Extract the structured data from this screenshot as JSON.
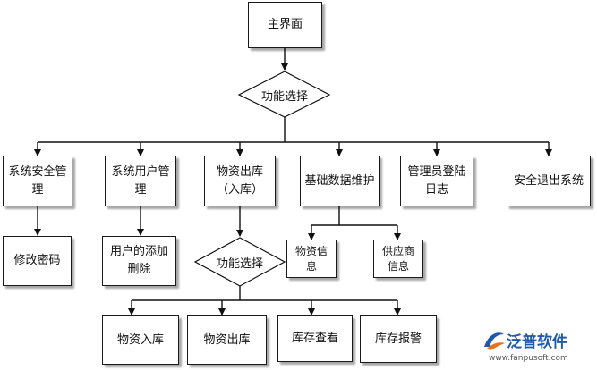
{
  "diagram": {
    "root": "主界面",
    "decision_1": "功能选择",
    "modules": [
      "系统安全管理",
      "系统用户管理",
      "物资出库（入库）",
      "基础数据维护",
      "管理员登陆日志",
      "安全退出系统"
    ],
    "security_children": [
      "修改密码"
    ],
    "user_children": [
      "用户的添加删除"
    ],
    "decision_2": "功能选择",
    "inventory_children": [
      "物资入库",
      "物资出库",
      "库存查看",
      "库存报警"
    ],
    "basedata_children": [
      "物资信息",
      "供应商信息"
    ]
  },
  "watermark": {
    "name": "泛普软件",
    "url": "www.fanpusoft.com",
    "colors": {
      "blue": "#1e5aa8",
      "orange": "#e8731f"
    }
  }
}
